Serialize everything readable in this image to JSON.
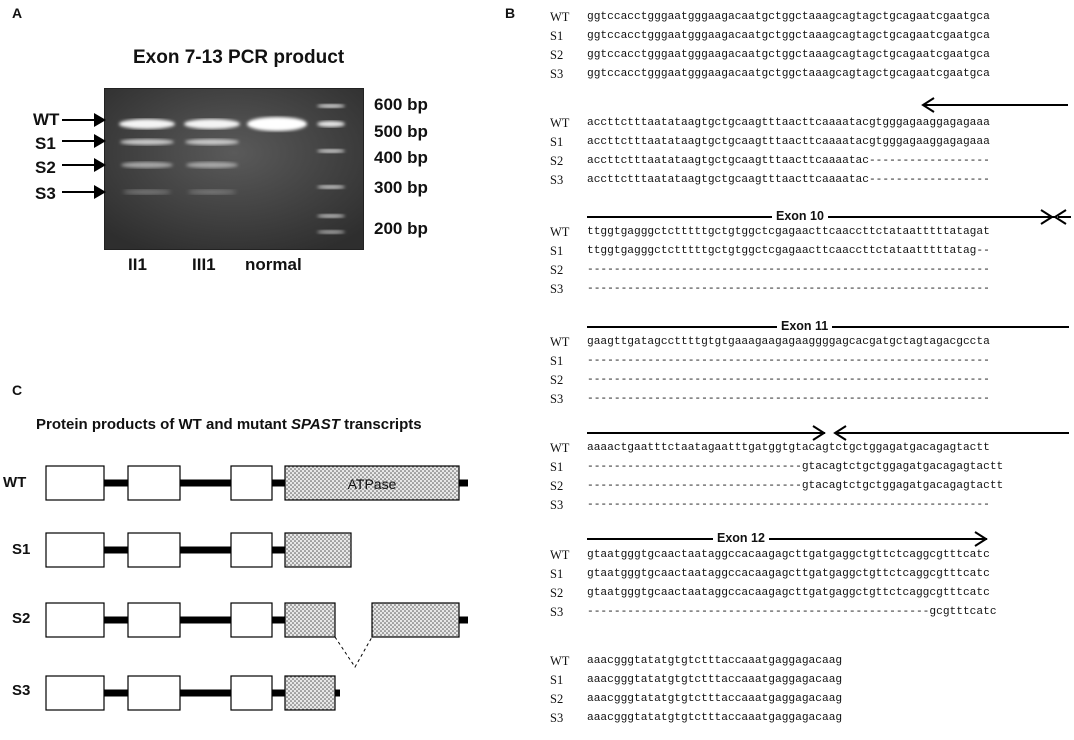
{
  "panel_a": {
    "letter": "A",
    "title": "Exon 7-13 PCR product",
    "band_labels": [
      "WT",
      "S1",
      "S2",
      "S3"
    ],
    "marker_labels": [
      "600 bp",
      "500 bp",
      "400 bp",
      "300 bp",
      "200 bp"
    ],
    "lane_labels": [
      "II1",
      "III1",
      "normal"
    ]
  },
  "panel_b": {
    "letter": "B",
    "blocks": [
      {
        "rows": [
          {
            "label": "WT",
            "seq": "ggtccacctgggaatgggaagacaatgctggctaaagcagtagctgcagaatcgaatgca"
          },
          {
            "label": "S1",
            "seq": "ggtccacctgggaatgggaagacaatgctggctaaagcagtagctgcagaatcgaatgca"
          },
          {
            "label": "S2",
            "seq": "ggtccacctgggaatgggaagacaatgctggctaaagcagtagctgcagaatcgaatgca"
          },
          {
            "label": "S3",
            "seq": "ggtccacctgggaatgggaagacaatgctggctaaagcagtagctgcagaatcgaatgca"
          }
        ]
      },
      {
        "rows": [
          {
            "label": "WT",
            "seq": "accttctttaatataagtgctgcaagtttaacttcaaaatacgtgggagaaggagagaaa"
          },
          {
            "label": "S1",
            "seq": "accttctttaatataagtgctgcaagtttaacttcaaaatacgtgggagaaggagagaaa"
          },
          {
            "label": "S2",
            "seq": "accttctttaatataagtgctgcaagtttaacttcaaaatac------------------"
          },
          {
            "label": "S3",
            "seq": "accttctttaatataagtgctgcaagtttaacttcaaaatac------------------"
          }
        ]
      },
      {
        "rows": [
          {
            "label": "WT",
            "seq": "ttggtgagggctctttttgctgtggctcgagaacttcaaccttctataatttttatagat"
          },
          {
            "label": "S1",
            "seq": "ttggtgagggctctttttgctgtggctcgagaacttcaaccttctataatttttatag--"
          },
          {
            "label": "S2",
            "seq": "------------------------------------------------------------"
          },
          {
            "label": "S3",
            "seq": "------------------------------------------------------------"
          }
        ]
      },
      {
        "rows": [
          {
            "label": "WT",
            "seq": "gaagttgatagccttttgtgtgaaagaagagaaggggagcacgatgctagtagacgccta"
          },
          {
            "label": "S1",
            "seq": "------------------------------------------------------------"
          },
          {
            "label": "S2",
            "seq": "------------------------------------------------------------"
          },
          {
            "label": "S3",
            "seq": "------------------------------------------------------------"
          }
        ]
      },
      {
        "rows": [
          {
            "label": "WT",
            "seq": "aaaactgaatttctaatagaatttgatggtgtacagtctgctggagatgacagagtactt"
          },
          {
            "label": "S1",
            "seq": "--------------------------------gtacagtctgctggagatgacagagtactt"
          },
          {
            "label": "S2",
            "seq": "--------------------------------gtacagtctgctggagatgacagagtactt"
          },
          {
            "label": "S3",
            "seq": "------------------------------------------------------------"
          }
        ]
      },
      {
        "rows": [
          {
            "label": "WT",
            "seq": "gtaatgggtgcaactaataggccacaagagcttgatgaggctgttctcaggcgtttcatc"
          },
          {
            "label": "S1",
            "seq": "gtaatgggtgcaactaataggccacaagagcttgatgaggctgttctcaggcgtttcatc"
          },
          {
            "label": "S2",
            "seq": "gtaatgggtgcaactaataggccacaagagcttgatgaggctgttctcaggcgtttcatc"
          },
          {
            "label": "S3",
            "seq": "---------------------------------------------------gcgtttcatc"
          }
        ]
      },
      {
        "rows": [
          {
            "label": "WT",
            "seq": "aaacgggtatatgtgtctttaccaaatgaggagacaag"
          },
          {
            "label": "S1",
            "seq": "aaacgggtatatgtgtctttaccaaatgaggagacaag"
          },
          {
            "label": "S2",
            "seq": "aaacgggtatatgtgtctttaccaaatgaggagacaag"
          },
          {
            "label": "S3",
            "seq": "aaacgggtatatgtgtctttaccaaatgaggagacaag"
          }
        ]
      }
    ],
    "exon_labels": [
      "Exon 10",
      "Exon 11",
      "Exon 12"
    ]
  },
  "panel_c": {
    "letter": "C",
    "title_pre": "Protein products of WT and mutant ",
    "title_gene": "SPAST",
    "title_post": " transcripts",
    "rows": [
      "WT",
      "S1",
      "S2",
      "S3"
    ],
    "domain_label": "ATPase"
  }
}
